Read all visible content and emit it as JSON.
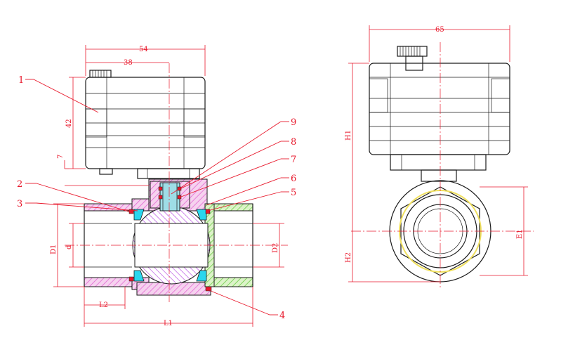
{
  "part_numbers": [
    "1",
    "2",
    "3",
    "4",
    "5",
    "6",
    "7",
    "8",
    "9"
  ],
  "dimensions": {
    "side_width_total": "54",
    "side_width_inner": "38",
    "side_height_actuator": "42",
    "side_height_base": "7",
    "body_outer_dia": "D1",
    "bore_dia": "d",
    "port_dia": "D2",
    "thread_len": "L2",
    "total_len": "L1",
    "front_width": "65",
    "front_height_top": "H1",
    "front_height_bottom": "H2",
    "hex_size": "E1"
  },
  "colors": {
    "dimension": "#e8192c",
    "outline": "#1a1a1a",
    "seal": "#29d6ee",
    "hatch_pink": "#e05ad0",
    "hatch_purple": "#b040e0",
    "hatch_green": "#5ac832",
    "ring_yellow": "#f0e060"
  }
}
